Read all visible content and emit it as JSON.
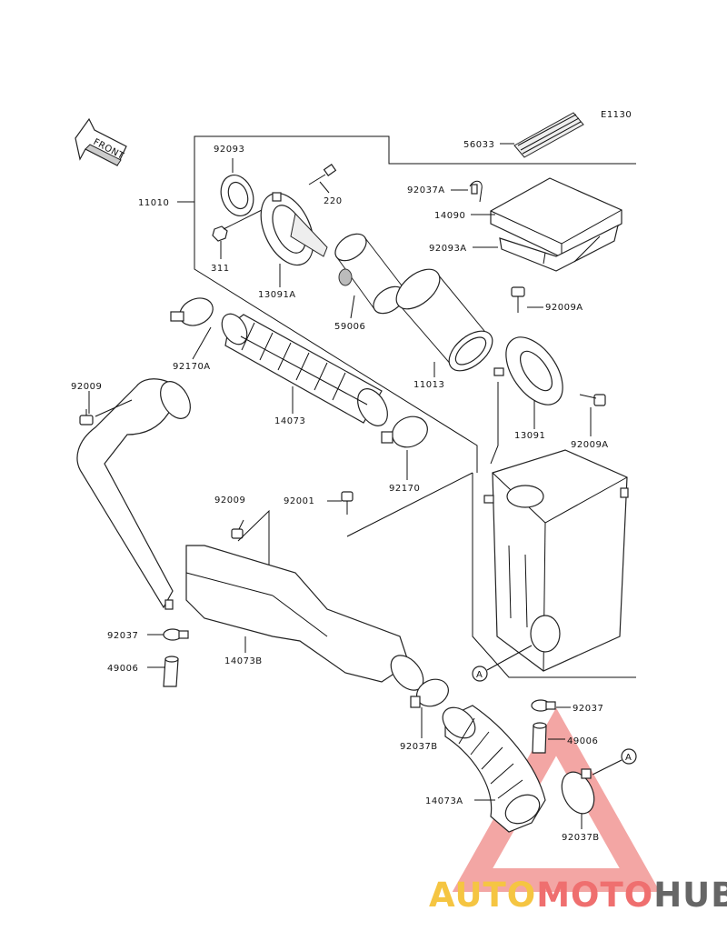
{
  "diagram": {
    "code": "E1130",
    "front_label": "FRONT",
    "callout": "A",
    "parts": {
      "p56033": "56033",
      "p92093": "92093",
      "p11010": "11010",
      "p220": "220",
      "p92037A": "92037A",
      "p14090": "14090",
      "p92093A": "92093A",
      "p311": "311",
      "p13091A": "13091A",
      "p59006": "59006",
      "p92009A_top": "92009A",
      "p11013": "11013",
      "p92170A": "92170A",
      "p92009_left": "92009",
      "p14073": "14073",
      "p13091": "13091",
      "p92009A_bottom": "92009A",
      "p92170": "92170",
      "p92009_mid": "92009",
      "p92001": "92001",
      "p92037_left": "92037",
      "p14073B": "14073B",
      "p49006_left": "49006",
      "p92037_right": "92037",
      "p92037B_left": "92037B",
      "p49006_right": "49006",
      "p14073A": "14073A",
      "p92037B_right": "92037B"
    }
  },
  "watermark": {
    "part1": "AUTO",
    "part2": "MOTO",
    "part3": "HUB",
    "colors": {
      "auto": "#f5c542",
      "moto": "#ef6f6f",
      "hub": "#666666",
      "triangle": "#e53935"
    }
  }
}
